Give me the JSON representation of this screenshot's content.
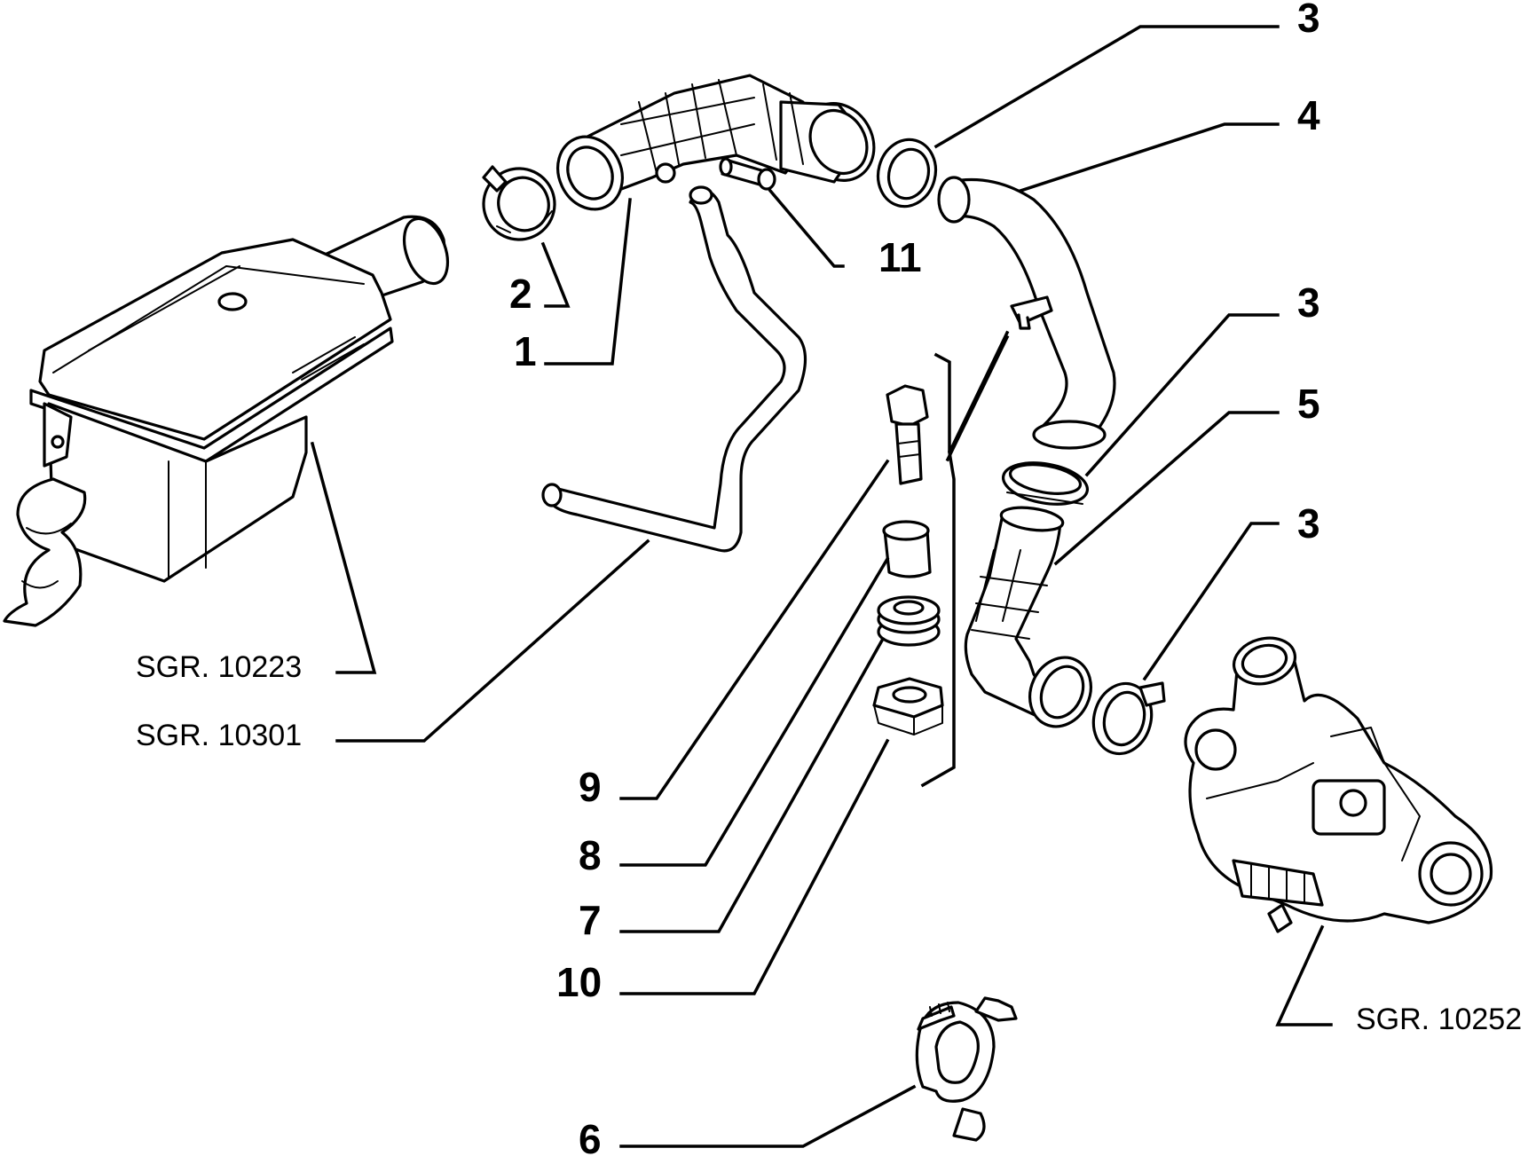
{
  "callouts": {
    "c1": "1",
    "c2": "2",
    "c3a": "3",
    "c3b": "3",
    "c3c": "3",
    "c4": "4",
    "c5": "5",
    "c6": "6",
    "c7": "7",
    "c8": "8",
    "c9": "9",
    "c10": "10",
    "c11": "11"
  },
  "references": {
    "r10223": "SGR. 10223",
    "r10301": "SGR. 10301",
    "r10252": "SGR. 10252"
  }
}
